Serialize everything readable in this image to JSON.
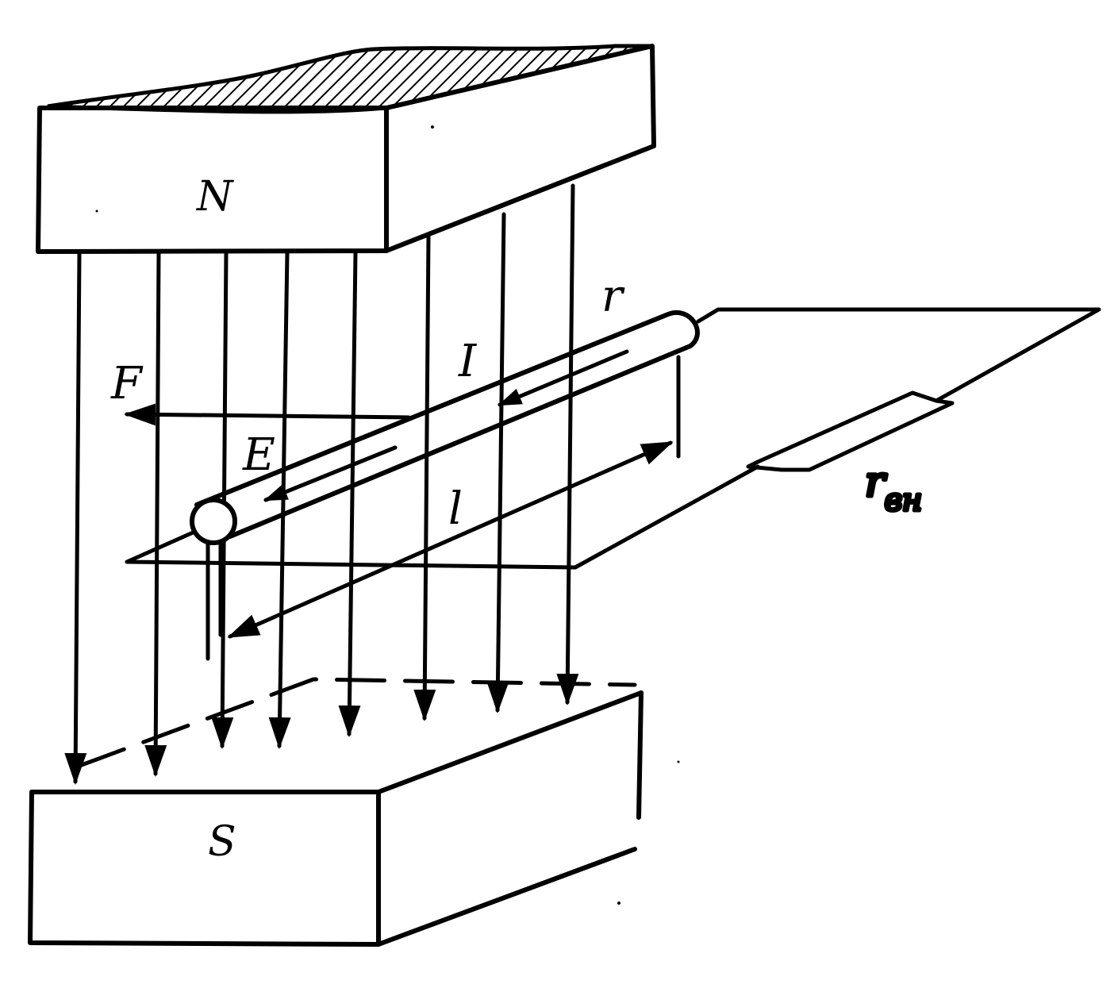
{
  "diagram": {
    "magnet_north_label": "N",
    "magnet_south_label": "S",
    "force_label": "F",
    "emf_label": "E",
    "current_label": "I",
    "conductor_resistance_label": "r",
    "length_label": "l",
    "external_resistor_label_main": "r",
    "external_resistor_label_sub": "вн",
    "colors": {
      "ink": "#000000",
      "paper": "#ffffff"
    }
  }
}
